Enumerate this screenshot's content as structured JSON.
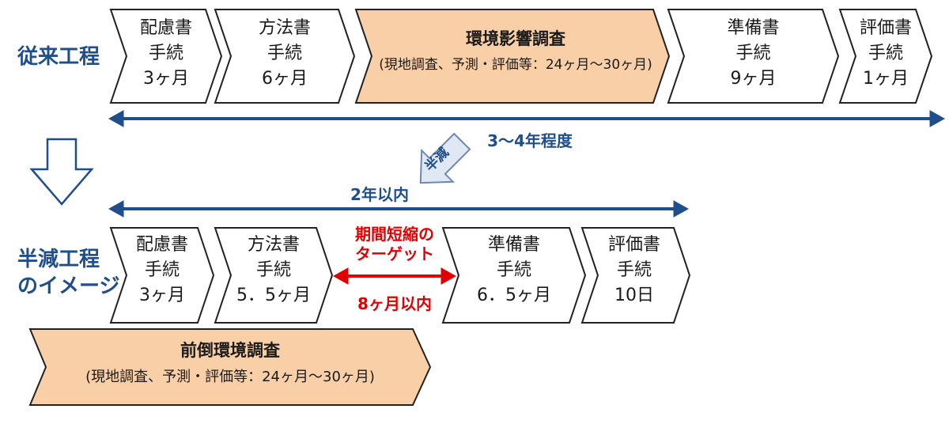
{
  "row1": {
    "label": "従来工程",
    "steps": [
      {
        "line1": "配慮書",
        "line2": "手続",
        "line3": "3ヶ月"
      },
      {
        "line1": "方法書",
        "line2": "手続",
        "line3": "6ヶ月"
      },
      {
        "line1": "環境影響調査",
        "line2": "(現地調査、予測・評価等：24ヶ月〜30ヶ月)"
      },
      {
        "line1": "準備書",
        "line2": "手続",
        "line3": "9ヶ月"
      },
      {
        "line1": "評価書",
        "line2": "手続",
        "line3": "1ヶ月"
      }
    ],
    "span": "3〜4年程度"
  },
  "reduce_badge": "半減",
  "row2": {
    "label_line1": "半減工程",
    "label_line2": "のイメージ",
    "span": "2年以内",
    "steps": [
      {
        "line1": "配慮書",
        "line2": "手続",
        "line3": "3ヶ月"
      },
      {
        "line1": "方法書",
        "line2": "手続",
        "line3": "5．5ヶ月"
      },
      {
        "line1": "準備書",
        "line2": "手続",
        "line3": "6．5ヶ月"
      },
      {
        "line1": "評価書",
        "line2": "手続",
        "line3": "10日"
      }
    ],
    "target_line1": "期間短縮の",
    "target_line2": "ターゲット",
    "target_line3": "8ヶ月以内",
    "pre_survey": {
      "title": "前倒環境調査",
      "detail": "(現地調査、予測・評価等：24ヶ月〜30ヶ月)"
    }
  },
  "colors": {
    "accent_blue": "#1f4e8c",
    "highlight_fill": "#f9cfa8",
    "target_red": "#e00000"
  }
}
